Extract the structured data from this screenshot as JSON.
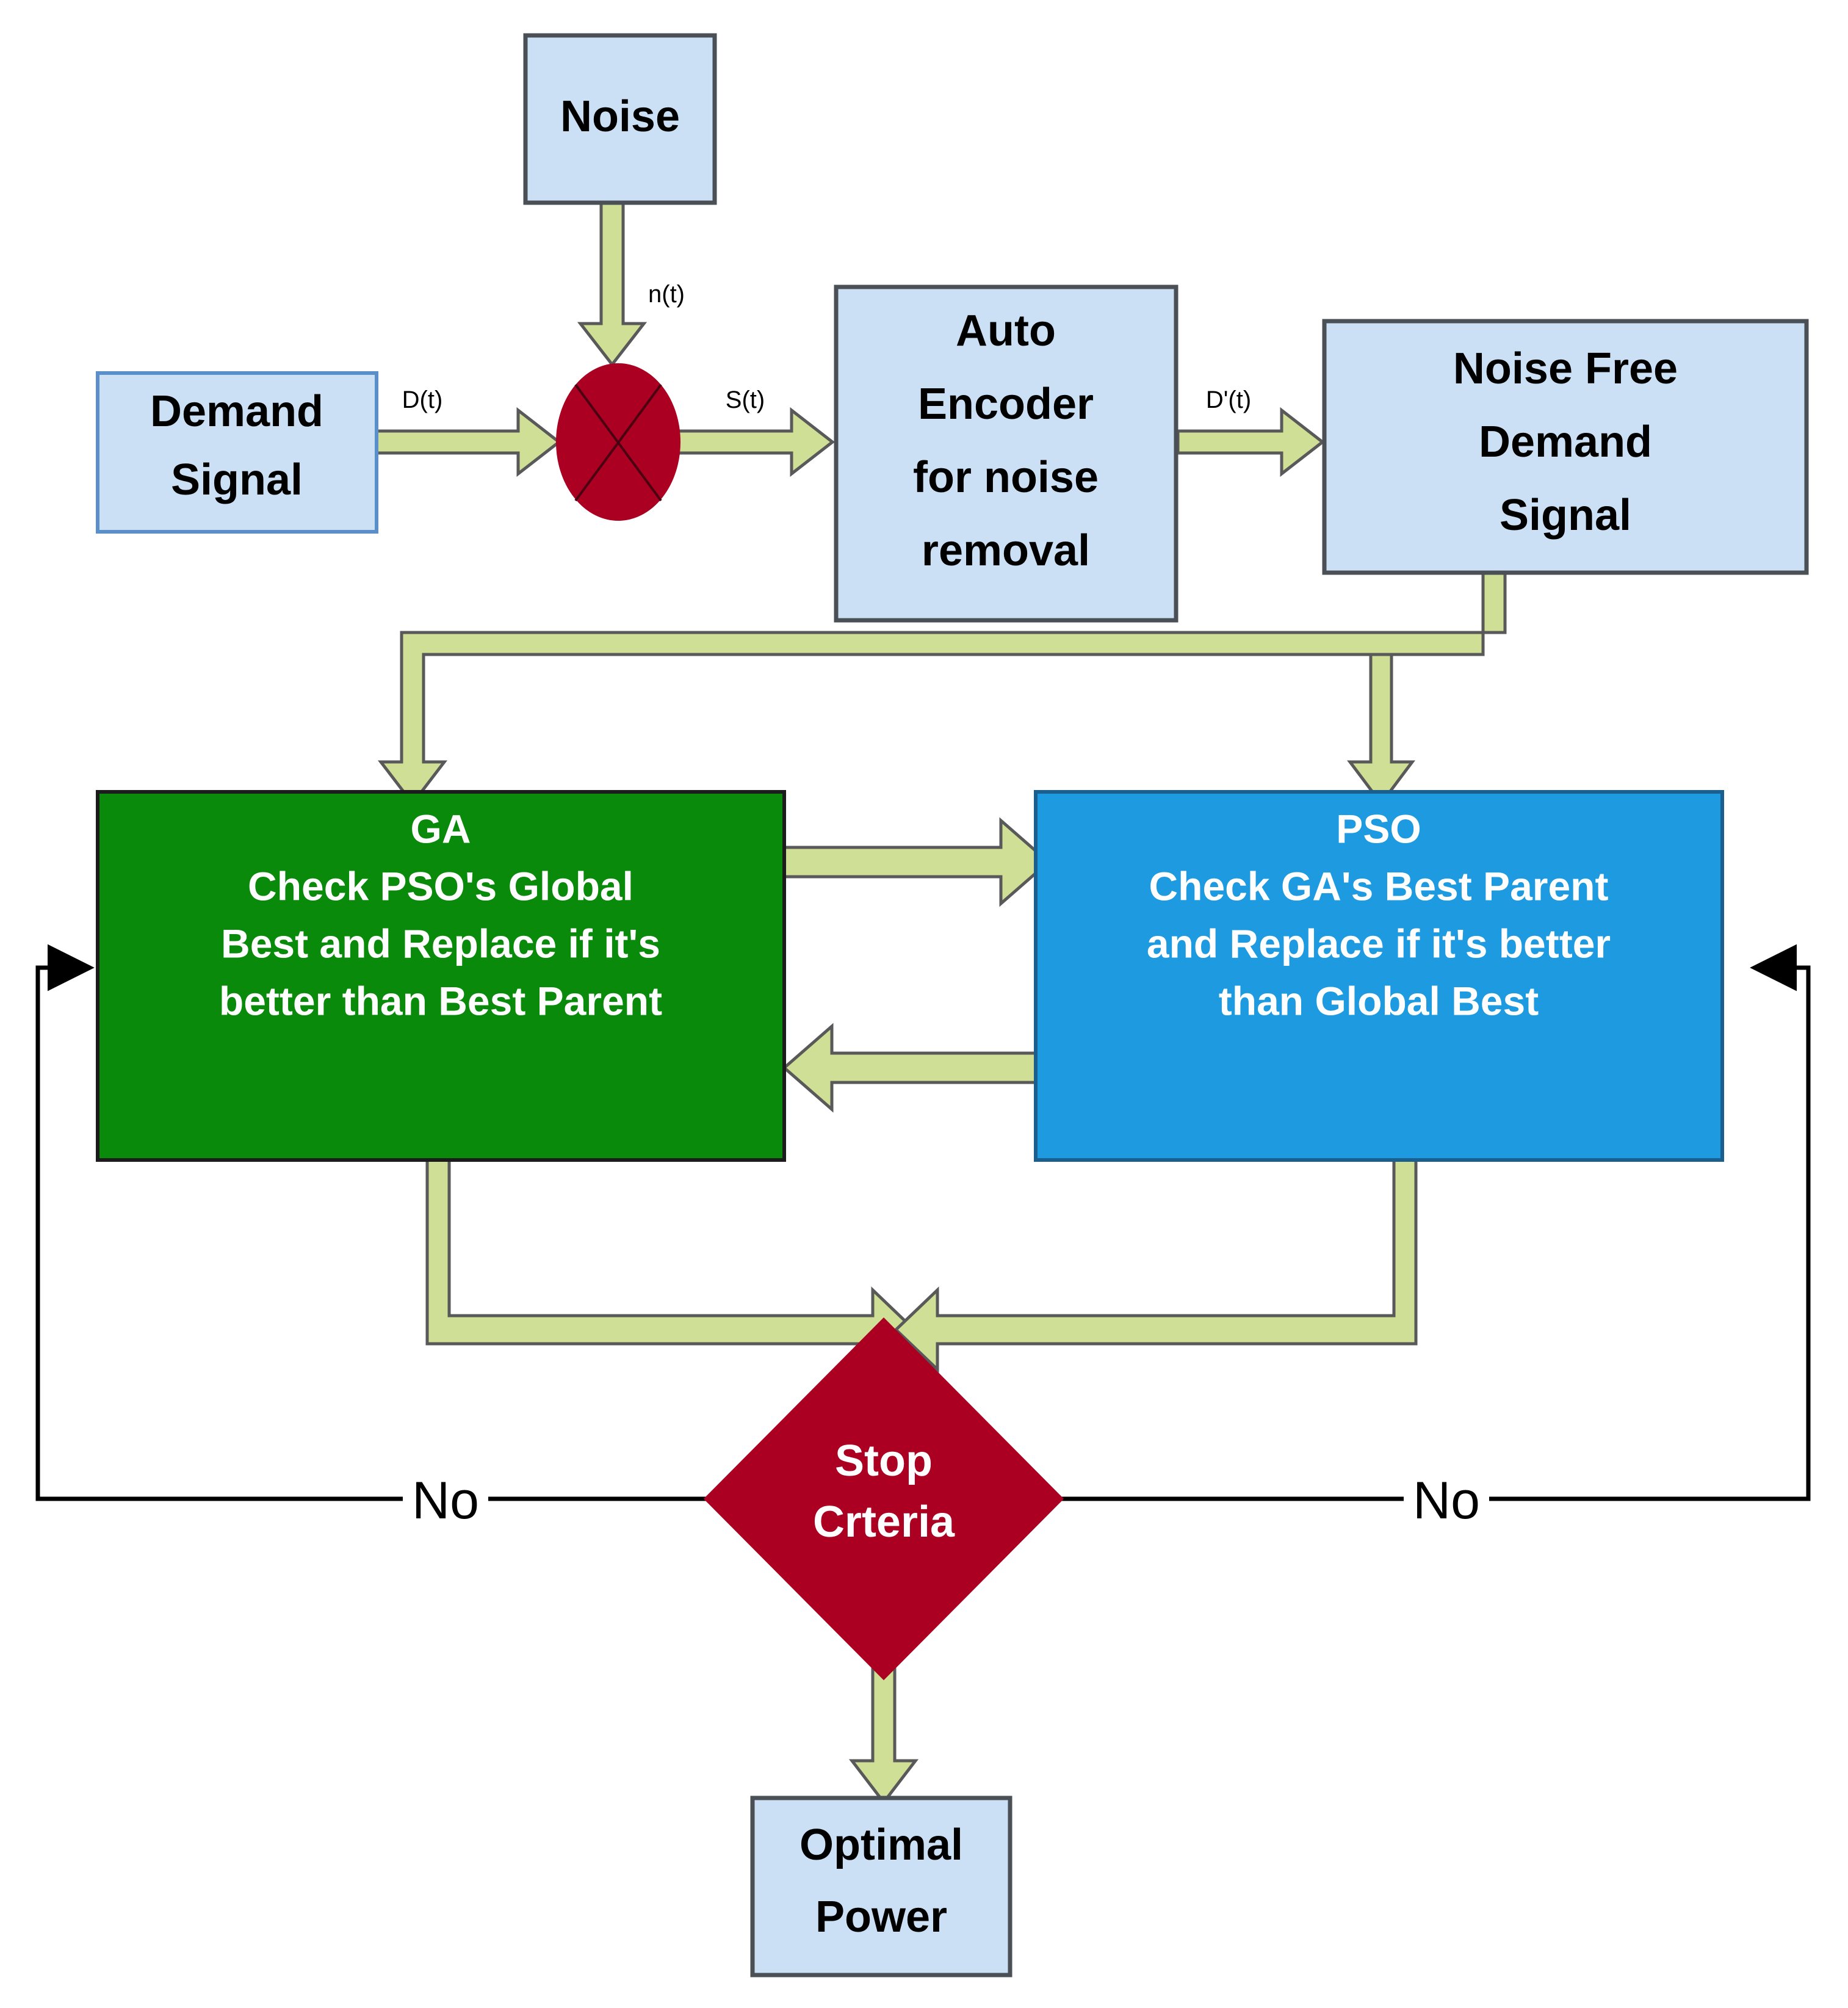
{
  "diagram": {
    "title": "Hybrid GA-PSO optimization flowchart with autoencoder denoising",
    "colors": {
      "box_fill_light_blue": "#cce0f5",
      "box_border_light_blue": "#4a5056",
      "demand_signal_border": "#5b8fc9",
      "ga_fill": "#0a8a0a",
      "ga_border": "#1c1c1c",
      "pso_fill": "#1e9be0",
      "pso_border": "#1b5f8f",
      "accent_red": "#ab0022",
      "arrow_fill": "#cfe096",
      "arrow_border": "#595959",
      "line_black": "#000000",
      "text_dark": "#000000",
      "text_light": "#ffffff",
      "canvas": "#ffffff"
    },
    "nodes": {
      "noise": {
        "label": "Noise"
      },
      "demand_signal": {
        "label_line1": "Demand",
        "label_line2": "Signal"
      },
      "summing_junction": {
        "label": ""
      },
      "auto_encoder": {
        "label_line1": "Auto",
        "label_line2": "Encoder",
        "label_line3": "for noise",
        "label_line4": "removal"
      },
      "noise_free": {
        "label_line1": "Noise Free",
        "label_line2": "Demand",
        "label_line3": "Signal"
      },
      "ga": {
        "title": "GA",
        "line1": "Check PSO's Global",
        "line2": "Best and Replace if it's",
        "line3": "better than Best Parent"
      },
      "pso": {
        "title": "PSO",
        "line1": "Check GA's  Best Parent",
        "line2": "and Replace if it's better",
        "line3": "than Global Best"
      },
      "stop_criteria": {
        "line1": "Stop",
        "line2": "Crteria"
      },
      "optimal_power": {
        "label_line1": "Optimal",
        "label_line2": "Power"
      }
    },
    "edge_labels": {
      "noise_to_sum": "n(t)",
      "demand_to_sum": "D(t)",
      "sum_to_encoder": "S(t)",
      "encoder_to_noisefree": "D'(t)",
      "stop_no_left": "No",
      "stop_no_right": "No"
    }
  }
}
